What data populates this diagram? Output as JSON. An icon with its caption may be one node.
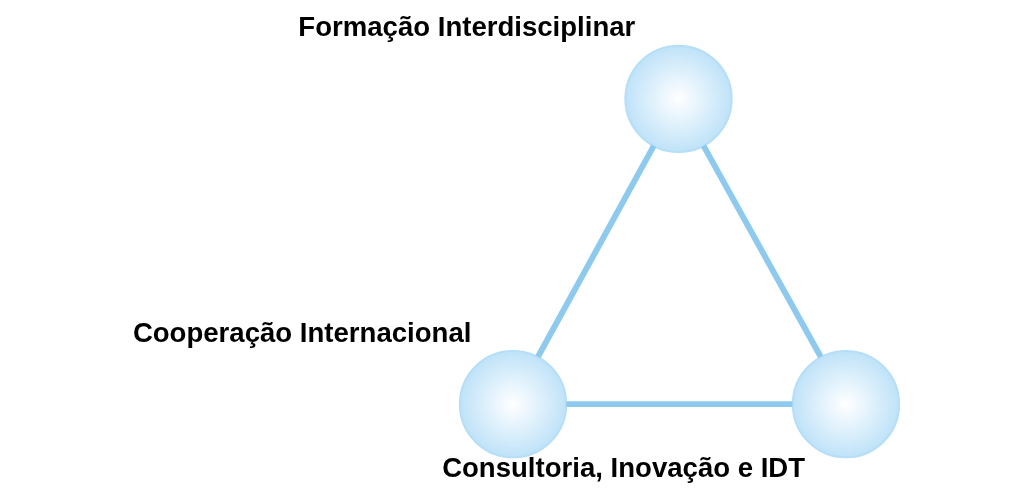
{
  "diagram": {
    "nodes": [
      {
        "text": [],
        "shape": "circle",
        "beside": [
          "Formação Interdisciplinar"
        ]
      },
      {
        "text": [],
        "shape": "circle",
        "beside": [
          "Cooperação Internacional"
        ]
      },
      {
        "text": [],
        "shape": "circle",
        "beside": [
          "Consultoria, Inovação e IDT"
        ]
      }
    ],
    "edges": [
      {
        "from": 0,
        "to": 1,
        "arrow": "none"
      },
      {
        "from": 1,
        "to": 2,
        "arrow": "none"
      },
      {
        "from": 2,
        "to": 0,
        "arrow": "none"
      }
    ]
  }
}
